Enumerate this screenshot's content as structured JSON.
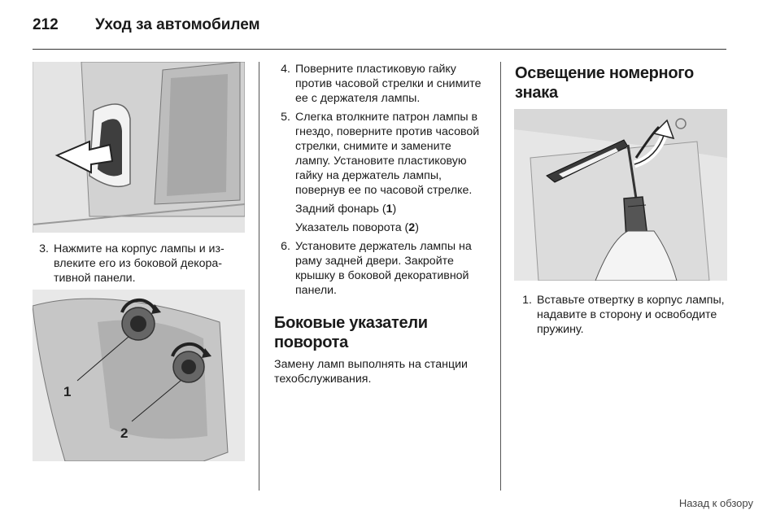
{
  "header": {
    "page_number": "212",
    "title": "Уход за автомобилем"
  },
  "col1": {
    "steps": [
      {
        "num": "3.",
        "text": "Нажмите на корпус лампы и из­влеките его из боковой декора­тивной панели."
      }
    ],
    "callouts": {
      "one": "1",
      "two": "2"
    }
  },
  "col2": {
    "steps": [
      {
        "num": "4.",
        "text": "Поверните пластиковую гайку против часовой стрелки и сни­мите ее с держателя лампы."
      },
      {
        "num": "5.",
        "text": "Слегка втолкните патрон лампы в гнездо, поверните против ча­совой стрелки, снимите и заме­ните лампу. Установите пласти­ковую гайку на держатель лампы, повернув ее по часовой стрелке."
      }
    ],
    "rear_light": {
      "label": "Задний фонарь (",
      "num": "1",
      "close": ")"
    },
    "turn_signal": {
      "label": "Указатель поворота (",
      "num": "2",
      "close": ")"
    },
    "step6": {
      "num": "6.",
      "text": "Установите держатель лампы на раму задней двери. Закройте крышку в боковой декоративной панели."
    },
    "section_title": "Боковые указатели поворота",
    "section_text": "Замену ламп выполнять на стан­ции техобслуживания."
  },
  "col3": {
    "section_title": "Освещение номерного знака",
    "steps": [
      {
        "num": "1.",
        "text": "Вставьте отвертку в корпус лампы, надавите в сторону и освободите пружину."
      }
    ]
  },
  "footer": {
    "back_link": "Назад к обзору"
  }
}
